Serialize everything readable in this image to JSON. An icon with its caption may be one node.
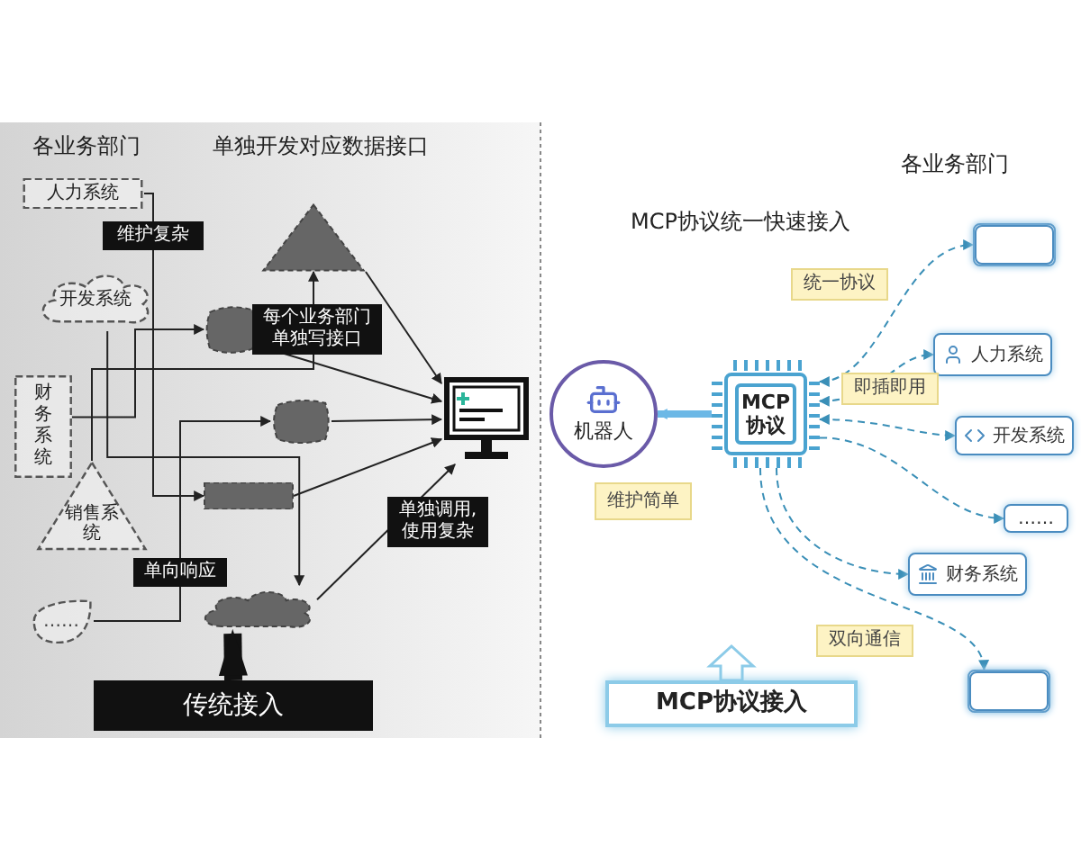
{
  "diagram": {
    "nodes": [
      {
        "text": [
          "人力系统"
        ]
      },
      {
        "text": [
          "开发系统"
        ]
      },
      {
        "text": [
          "财务系统"
        ]
      },
      {
        "text": [
          "销售系统"
        ]
      },
      {
        "text": [
          "……"
        ]
      },
      {
        "text": [],
        "shape": "triangle"
      },
      {
        "text": [],
        "shape": "blob"
      },
      {
        "text": [],
        "shape": "blob"
      },
      {
        "text": [],
        "shape": "bar"
      },
      {
        "text": [],
        "shape": "cloud"
      },
      {
        "text": [],
        "shape": "picture"
      },
      {
        "text": [
          "机器人"
        ]
      },
      {
        "text": [
          "MCP协议"
        ]
      },
      {
        "text": [],
        "shape": "box"
      },
      {
        "text": [
          "人力系统"
        ]
      },
      {
        "text": [
          "开发系统"
        ]
      },
      {
        "text": [
          "……"
        ]
      },
      {
        "text": [
          "财务系统"
        ]
      },
      {
        "text": [],
        "shape": "box"
      },
      {
        "text": [
          "传统接入"
        ]
      },
      {
        "text": [
          "MCP协议接入"
        ]
      }
    ],
    "edges": [
      {
        "from": 0,
        "to": 8,
        "arrow": "to",
        "label": "维护复杂"
      },
      {
        "from": 1,
        "to": 9,
        "arrow": "to"
      },
      {
        "from": 2,
        "to": 6,
        "arrow": "to"
      },
      {
        "from": 3,
        "to": 5,
        "arrow": "to",
        "label": "每个业务部门单独写接口"
      },
      {
        "from": 4,
        "to": 7,
        "arrow": "to",
        "label": "单向响应"
      },
      {
        "from": 5,
        "to": 10,
        "arrow": "to"
      },
      {
        "from": 6,
        "to": 10,
        "arrow": "to"
      },
      {
        "from": 7,
        "to": 10,
        "arrow": "to"
      },
      {
        "from": 8,
        "to": 10,
        "arrow": "to"
      },
      {
        "from": 9,
        "to": 10,
        "arrow": "to",
        "label": "单独调用, 使用复杂"
      },
      {
        "from": 12,
        "to": 11,
        "arrow": "to",
        "style": "thick",
        "color": "#6cb8e6"
      },
      {
        "from": 12,
        "to": 13,
        "arrow": "both",
        "style": "dashed",
        "color": "#3a8fb7",
        "label": "统一协议"
      },
      {
        "from": 12,
        "to": 14,
        "arrow": "both",
        "style": "dashed",
        "color": "#3a8fb7"
      },
      {
        "from": 12,
        "to": 15,
        "arrow": "both",
        "style": "dashed",
        "color": "#3a8fb7",
        "label": "即插即用"
      },
      {
        "from": 12,
        "to": 16,
        "arrow": "to",
        "style": "dashed",
        "color": "#3a8fb7"
      },
      {
        "from": 12,
        "to": 17,
        "arrow": "to",
        "style": "dashed",
        "color": "#3a8fb7"
      },
      {
        "from": 12,
        "to": 18,
        "arrow": "to",
        "style": "dashed",
        "color": "#3a8fb7",
        "label": "双向通信"
      },
      {
        "from": 19,
        "to": 9,
        "arrow": "to",
        "style": "thick",
        "color": "#111111"
      }
    ],
    "labels": [
      "各业务部门",
      "单独开发对应数据接口",
      "各业务部门",
      "MCP协议统一快速接入",
      "维护简单"
    ]
  }
}
